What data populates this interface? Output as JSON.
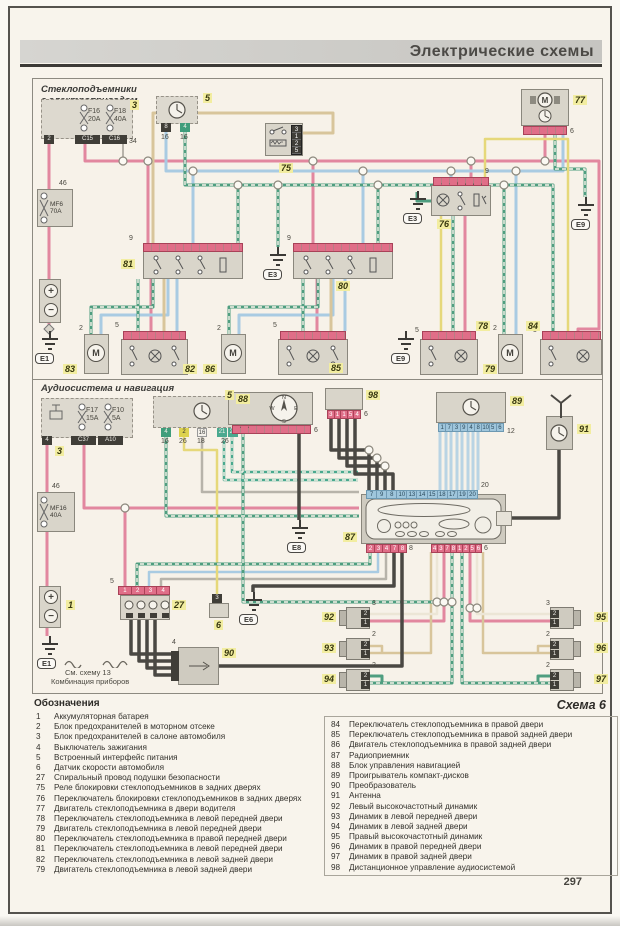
{
  "header": {
    "title": "Электрические схемы"
  },
  "footer": {
    "page_number": "297"
  },
  "colors": {
    "paper": "#f7f2e9",
    "wire_pink": "#e2879f",
    "wire_blue": "#a9cbe2",
    "wire_green": "#4f9e80",
    "wire_tan": "#d8c59b",
    "wire_yellow": "#e6d87a",
    "wire_dark": "#4a4843",
    "wire_lightblue": "#b9d4e4",
    "pin_strip": "#e06e88",
    "highlight": "#f2eda0"
  },
  "pw": {
    "title1": "Стеклоподъемники",
    "title2": "с электроприводом",
    "labels": {
      "b3": "3",
      "b5": "5",
      "r75": "75",
      "s76": "76",
      "m77": "77",
      "s81": "81",
      "s80": "80",
      "m83": "83",
      "s82": "82",
      "m86": "86",
      "s85": "85",
      "s78": "78",
      "m79": "79",
      "s84": "84",
      "f16": "F16",
      "a20": "20A",
      "f18": "F18",
      "a40": "40A",
      "c15": "C15",
      "c16": "C16",
      "n34": "34",
      "n46": "46",
      "mf6": "MF6",
      "a70": "70A",
      "p2": "2",
      "p8": "8",
      "p4": "4",
      "n16": "16",
      "n9": "9",
      "n6": "6",
      "n5": "5",
      "n2": "2",
      "m": "M",
      "plus": "+",
      "minus": "−",
      "e1": "E1",
      "e3": "E3",
      "e9": "E9"
    },
    "relay_pins": [
      "3",
      "1",
      "2",
      "5"
    ]
  },
  "audio": {
    "title": "Аудиосистема и навигация",
    "labels": {
      "b3": "3",
      "b5": "5",
      "b88": "88",
      "b89": "89",
      "b90": "90",
      "b91": "91",
      "b98": "98",
      "b87": "87",
      "b27": "27",
      "b1": "1",
      "b6": "6",
      "f17": "F17",
      "a15": "15A",
      "f10": "F10",
      "a5": "5A",
      "c37": "C37",
      "a10": "A10",
      "mf16": "MF16",
      "a40": "40A",
      "n46": "46",
      "p4": "4",
      "p2": "2",
      "p16": "16",
      "sub16": "16",
      "sub26": "26",
      "sub18": "18",
      "n3": "3",
      "n5": "5",
      "n6": "6",
      "n12": "12",
      "n20": "20",
      "n8": "8",
      "n4": "4",
      "plus": "+",
      "minus": "−",
      "e1": "E1",
      "e6": "E6",
      "e8": "E8",
      "note1": "См. схему 13",
      "note2": "Комбинация приборов"
    },
    "compass": {
      "n": "N",
      "e": "E",
      "s": "S",
      "w": "W"
    },
    "strips": {
      "box5": [
        "4",
        "2",
        "16",
        "21",
        "29"
      ],
      "radio_top": [
        "7",
        "9",
        "8",
        "10",
        "13",
        "14",
        "15",
        "18",
        "17",
        "19",
        "20"
      ],
      "radio_bl": [
        "2",
        "3",
        "4",
        "7",
        "8"
      ],
      "radio_br": [
        "4",
        "3",
        "7",
        "8",
        "1",
        "2",
        "5",
        "6"
      ],
      "cd": [
        "1",
        "7",
        "3",
        "9",
        "4",
        "8",
        "10",
        "5",
        "6"
      ],
      "remote": [
        "3",
        "1",
        "1",
        "5",
        "4"
      ],
      "spiral": [
        "1",
        "2",
        "3",
        "4"
      ]
    },
    "speakers_left": [
      {
        "label": "92",
        "tn": "3",
        "p2": "2",
        "p1": "1"
      },
      {
        "label": "93",
        "tn": "2",
        "p2": "2",
        "p1": "1"
      },
      {
        "label": "94",
        "tn": "2",
        "p2": "2",
        "p1": "1"
      }
    ],
    "speakers_right": [
      {
        "label": "95",
        "tn": "3",
        "p2": "2",
        "p1": "1"
      },
      {
        "label": "96",
        "tn": "2",
        "p2": "2",
        "p1": "1"
      },
      {
        "label": "97",
        "tn": "2",
        "p2": "2",
        "p1": "1"
      }
    ]
  },
  "legend": {
    "title": "Обозначения",
    "scheme": "Схема 6",
    "left": [
      {
        "n": "1",
        "t": "Аккумуляторная батарея"
      },
      {
        "n": "2",
        "t": "Блок предохранителей в моторном отсеке"
      },
      {
        "n": "3",
        "t": "Блок предохранителей в салоне автомобиля"
      },
      {
        "n": "4",
        "t": "Выключатель зажигания"
      },
      {
        "n": "5",
        "t": "Встроенный интерфейс питания"
      },
      {
        "n": "6",
        "t": "Датчик скорости автомобиля"
      },
      {
        "n": "27",
        "t": "Спиральный провод подушки безопасности"
      },
      {
        "n": "75",
        "t": "Реле блокировки стеклоподъемников в задних дверях"
      },
      {
        "n": "76",
        "t": "Переключатель блокировки стеклоподъемников в задних дверях"
      },
      {
        "n": "77",
        "t": "Двигатель стеклоподъемника в двери водителя"
      },
      {
        "n": "78",
        "t": "Переключатель стеклоподъемника в левой передней двери"
      },
      {
        "n": "79",
        "t": "Двигатель стеклоподъемника в левой передней двери"
      },
      {
        "n": "80",
        "t": "Переключатель стеклоподъемника в правой передней двери"
      },
      {
        "n": "81",
        "t": "Переключатель стеклоподъемника в левой передней двери"
      },
      {
        "n": "82",
        "t": "Переключатель стеклоподъемника в левой задней двери"
      },
      {
        "n": "79",
        "t": "Двигатель стеклоподъемника в левой задней двери"
      }
    ],
    "right": [
      {
        "n": "84",
        "t": "Переключатель стеклоподъемника в правой двери"
      },
      {
        "n": "85",
        "t": "Переключатель стеклоподъемника в правой задней двери"
      },
      {
        "n": "86",
        "t": "Двигатель стеклоподъемника в правой задней двери"
      },
      {
        "n": "87",
        "t": "Радиоприемник"
      },
      {
        "n": "88",
        "t": "Блок управления навигацией"
      },
      {
        "n": "89",
        "t": "Проигрыватель компакт-дисков"
      },
      {
        "n": "90",
        "t": "Преобразователь"
      },
      {
        "n": "91",
        "t": "Антенна"
      },
      {
        "n": "92",
        "t": "Левый высокочастотный динамик"
      },
      {
        "n": "93",
        "t": "Динамик в левой передней двери"
      },
      {
        "n": "94",
        "t": "Динамик в левой задней двери"
      },
      {
        "n": "95",
        "t": "Правый высокочастотный динамик"
      },
      {
        "n": "96",
        "t": "Динамик в правой передней двери"
      },
      {
        "n": "97",
        "t": "Динамик в правой задней двери"
      },
      {
        "n": "98",
        "t": "Дистанционное управление аудиосистемой"
      }
    ]
  }
}
